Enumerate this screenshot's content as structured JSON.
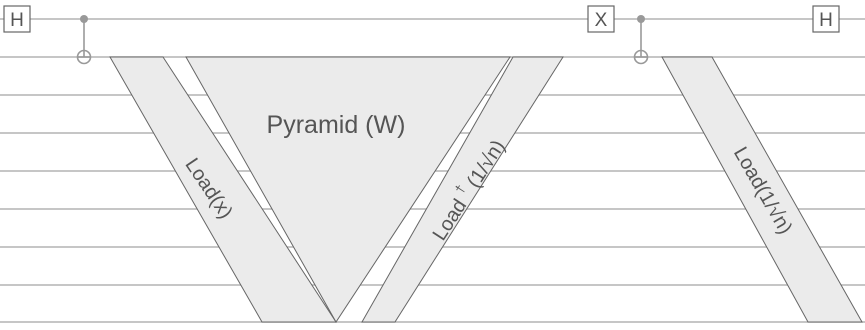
{
  "diagram": {
    "colors": {
      "wire": "#b3b3b3",
      "block_fill": "#ebebeb",
      "block_stroke": "#666666",
      "text": "#555555",
      "control": "#999999"
    },
    "qubit_count": 9,
    "gates": {
      "h_left": "H",
      "x_gate": "X",
      "h_right": "H"
    },
    "blocks": {
      "load_x": "Load(x)",
      "pyramid": "Pyramid (W)",
      "load_dagger_prefix": "Load",
      "load_dagger_sup": "†",
      "load_dagger_args": "(1/√n)",
      "load_inv_sqrt_n": "Load(1/√n)"
    }
  }
}
